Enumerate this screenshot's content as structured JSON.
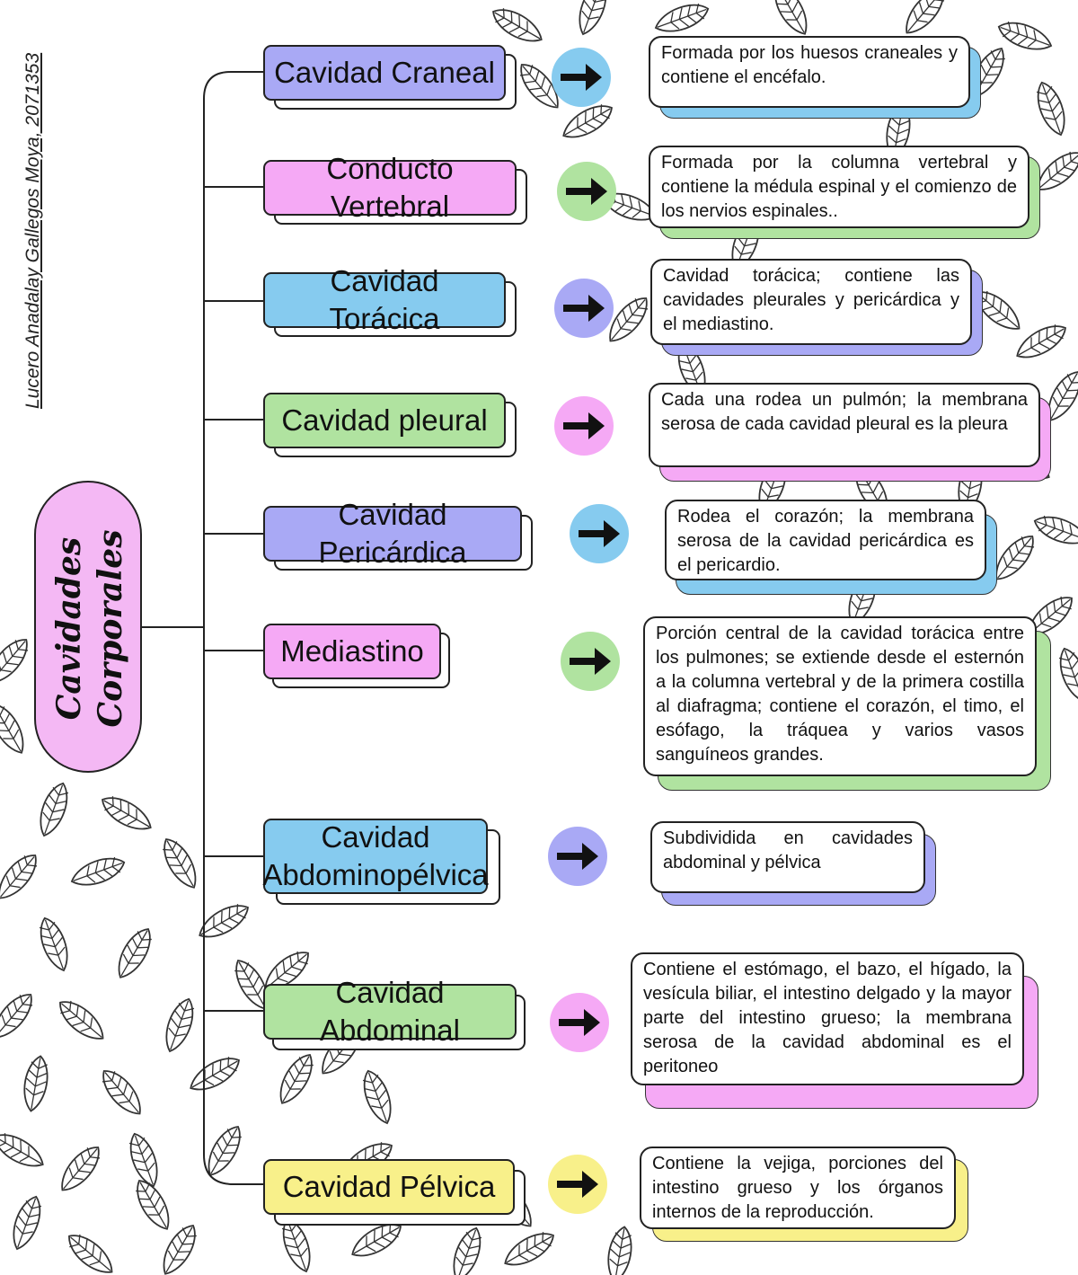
{
  "author": "Lucero Anadalay Gallegos Moya, 2071353",
  "main_title_lines": [
    "Cavidades",
    "Corporales"
  ],
  "colors": {
    "purple": "#a9a9f5",
    "pink": "#f5a9f5",
    "blue": "#86cbef",
    "green": "#b0e3a0",
    "yellow": "#f8f08a"
  },
  "icons": {
    "arrow": "right-arrow-icon",
    "background": "leaf-pattern"
  },
  "items": [
    {
      "title": "Cavidad Craneal",
      "color": "purple",
      "arrow_color": "blue",
      "shadow_color": "blue",
      "description": "Formada por los huesos craneales y contiene el encéfalo."
    },
    {
      "title": "Conducto Vertebral",
      "color": "pink",
      "arrow_color": "green",
      "shadow_color": "green",
      "description": "Formada por la columna vertebral y contiene la médula espinal y el comienzo de los nervios espinales.."
    },
    {
      "title": "Cavidad Torácica",
      "color": "blue",
      "arrow_color": "purple",
      "shadow_color": "purple",
      "description": "Cavidad torácica; contiene las cavidades pleurales y pericárdica y el mediastino."
    },
    {
      "title": "Cavidad pleural",
      "color": "green",
      "arrow_color": "pink",
      "shadow_color": "pink",
      "description": "Cada una rodea un pulmón; la membrana serosa de cada cavidad pleural es la pleura"
    },
    {
      "title": "Cavidad Pericárdica",
      "color": "purple",
      "arrow_color": "blue",
      "shadow_color": "blue",
      "description": "Rodea el corazón; la membrana serosa de la cavidad pericárdica es el pericardio."
    },
    {
      "title": "Mediastino",
      "color": "pink",
      "arrow_color": "green",
      "shadow_color": "green",
      "description": "Porción central de la cavidad torácica entre los pulmones; se extiende desde el esternón a la columna vertebral y de la primera costilla al diafragma; contiene el corazón, el timo, el esófago, la tráquea y varios vasos sanguíneos grandes."
    },
    {
      "title": "Cavidad Abdominopélvica",
      "color": "blue",
      "arrow_color": "purple",
      "shadow_color": "purple",
      "description": "Subdividida en cavidades abdominal y pélvica"
    },
    {
      "title": "Cavidad Abdominal",
      "color": "green",
      "arrow_color": "pink",
      "shadow_color": "pink",
      "description": "Contiene el estómago, el bazo, el hígado, la vesícula biliar, el intestino delgado y la mayor parte del intestino grueso; la membrana serosa de la cavidad abdominal es el peritoneo"
    },
    {
      "title": "Cavidad Pélvica",
      "color": "yellow",
      "arrow_color": "yellow",
      "shadow_color": "yellow",
      "description": "Contiene la vejiga, porciones del intestino grueso y los órganos internos de la reproducción."
    }
  ]
}
